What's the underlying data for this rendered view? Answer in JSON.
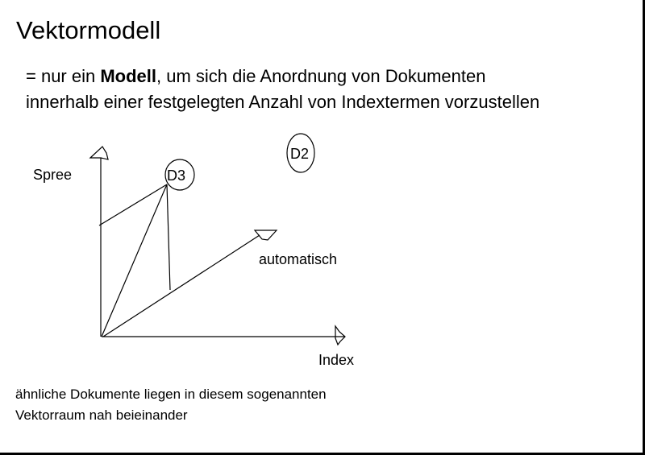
{
  "title": "Vektormodell",
  "definition": {
    "prefix": "= nur ein ",
    "bold": "Modell",
    "suffix": ", um sich die Anordnung von Dokumenten",
    "line2": "innerhalb einer festgelegten Anzahl von Indextermen vorzustellen"
  },
  "diagram": {
    "axis_labels": {
      "y": "Spree",
      "x": "Index",
      "z": "automatisch"
    },
    "documents": [
      "D3",
      "D2"
    ]
  },
  "footer": {
    "line1": "ähnliche Dokumente liegen in diesem sogenannten",
    "line2": "Vektorraum nah beieinander"
  }
}
